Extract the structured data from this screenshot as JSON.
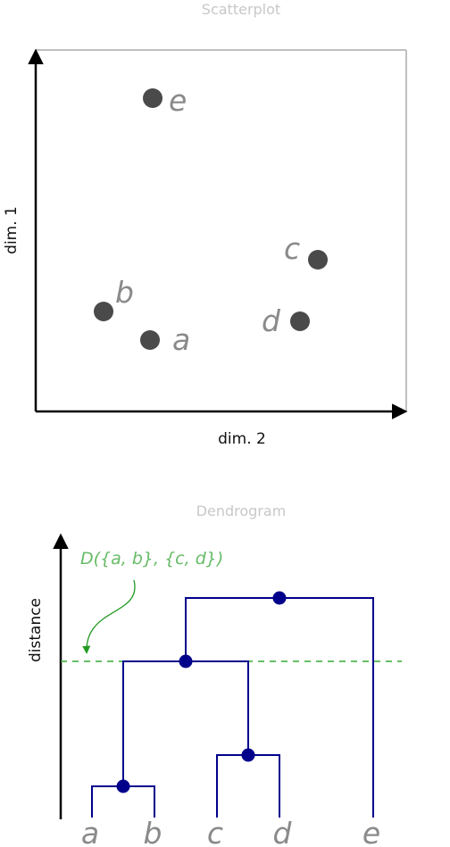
{
  "colors": {
    "point": "#4a4a4a",
    "point_label": "#8a8a8a",
    "dendrogram": "#00008b",
    "cut_line": "#33aa33",
    "annotation": "#66bb66",
    "title": "#c8c8c8"
  },
  "scatter": {
    "title": "Scatterplot",
    "xlabel": "dim. 2",
    "ylabel": "dim. 1",
    "points": [
      {
        "label": "e"
      },
      {
        "label": "c"
      },
      {
        "label": "b"
      },
      {
        "label": "d"
      },
      {
        "label": "a"
      }
    ]
  },
  "dendrogram": {
    "title": "Dendrogram",
    "ylabel": "distance",
    "annotation": "D({a, b}, {c, d})",
    "leaves": [
      "a",
      "b",
      "c",
      "d",
      "e"
    ],
    "merges": [
      {
        "left": "a",
        "right": "b",
        "label": "{a, b}"
      },
      {
        "left": "c",
        "right": "d",
        "label": "{c, d}"
      },
      {
        "left": "{a, b}",
        "right": "{c, d}",
        "label": "{a, b, c, d}"
      },
      {
        "left": "{a, b, c, d}",
        "right": "e",
        "label": "{a, b, c, d, e}"
      }
    ]
  }
}
